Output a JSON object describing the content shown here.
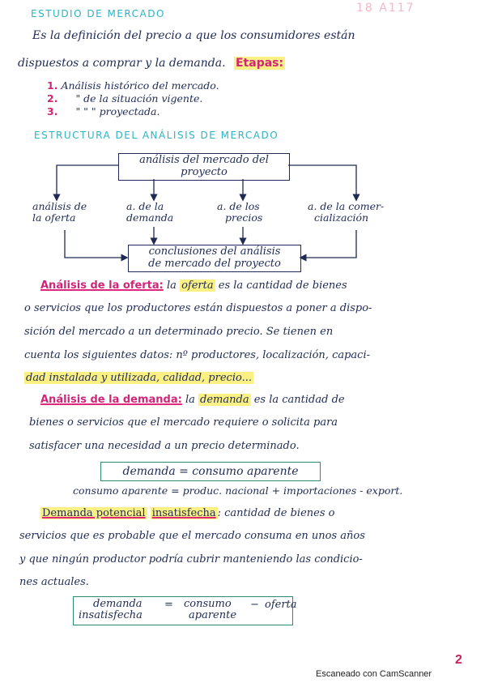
{
  "header": {
    "title": "ESTUDIO DE MERCADO",
    "date": "18 A117"
  },
  "intro": {
    "line1": "Es la definición del precio a que los consumidores están",
    "line2": "dispuestos a comprar y la demanda.",
    "etapas_label": "Etapas:"
  },
  "steps": [
    {
      "num": "1.",
      "text": "Análisis histórico del mercado."
    },
    {
      "num": "2.",
      "text": "\"   de la situación vigente."
    },
    {
      "num": "3.",
      "text": "\"   \"   \"   proyectada."
    }
  ],
  "structure": {
    "title": "ESTRUCTURA DEL ANÁLISIS DE MERCADO",
    "top_box_l1": "análisis del mercado del",
    "top_box_l2": "proyecto",
    "branches": [
      {
        "l1": "análisis de",
        "l2": "la oferta"
      },
      {
        "l1": "a. de la",
        "l2": "demanda"
      },
      {
        "l1": "a. de los",
        "l2": "precios"
      },
      {
        "l1": "a. de la comer-",
        "l2": "cialización"
      }
    ],
    "bottom_box_l1": "conclusiones del análisis",
    "bottom_box_l2": "de mercado del proyecto"
  },
  "oferta": {
    "label": "Análisis de la oferta:",
    "word": "oferta",
    "l1_pre": "la",
    "l1_post": "es la cantidad de bienes",
    "l2": "o servicios que los productores están dispuestos a poner a dispo-",
    "l3": "sición del mercado a un determinado precio. Se tienen en",
    "l4": "cuenta los siguientes datos: nº productores, localización, capaci-",
    "l5": "dad instalada y utilizada, calidad, precio..."
  },
  "demanda": {
    "label": "Análisis de la demanda:",
    "word": "demanda",
    "l1_pre": "la",
    "l1_post": "es la cantidad de",
    "l2": "bienes o servicios que el mercado requiere o solicita para",
    "l3": "satisfacer una necesidad a un precio determinado."
  },
  "eq1": "demanda = consumo aparente",
  "eq2": "consumo aparente = produc. nacional + importaciones - export.",
  "insatisfecha": {
    "label1": "Demanda potencial",
    "label2": "insatisfecha",
    "l1_post": ": cantidad de bienes o",
    "l2": "servicios que es probable que el mercado consuma en unos años",
    "l3": "y que ningún productor podría cubrir manteniendo las condicio-",
    "l4": "nes actuales."
  },
  "eq3": {
    "left_l1": "demanda",
    "left_l2": "insatisfecha",
    "eq": "=",
    "mid_l1": "consumo",
    "mid_l2": "aparente",
    "minus": "−",
    "right": "oferta"
  },
  "footer": {
    "page": "2",
    "scanner": "Escaneado con CamScanner"
  },
  "colors": {
    "ink": "#1f2a55",
    "heading": "#2fb3c4",
    "accent_pink": "#d0267a",
    "highlight": "#f8eb5a",
    "box_green": "#2c8a6e"
  }
}
